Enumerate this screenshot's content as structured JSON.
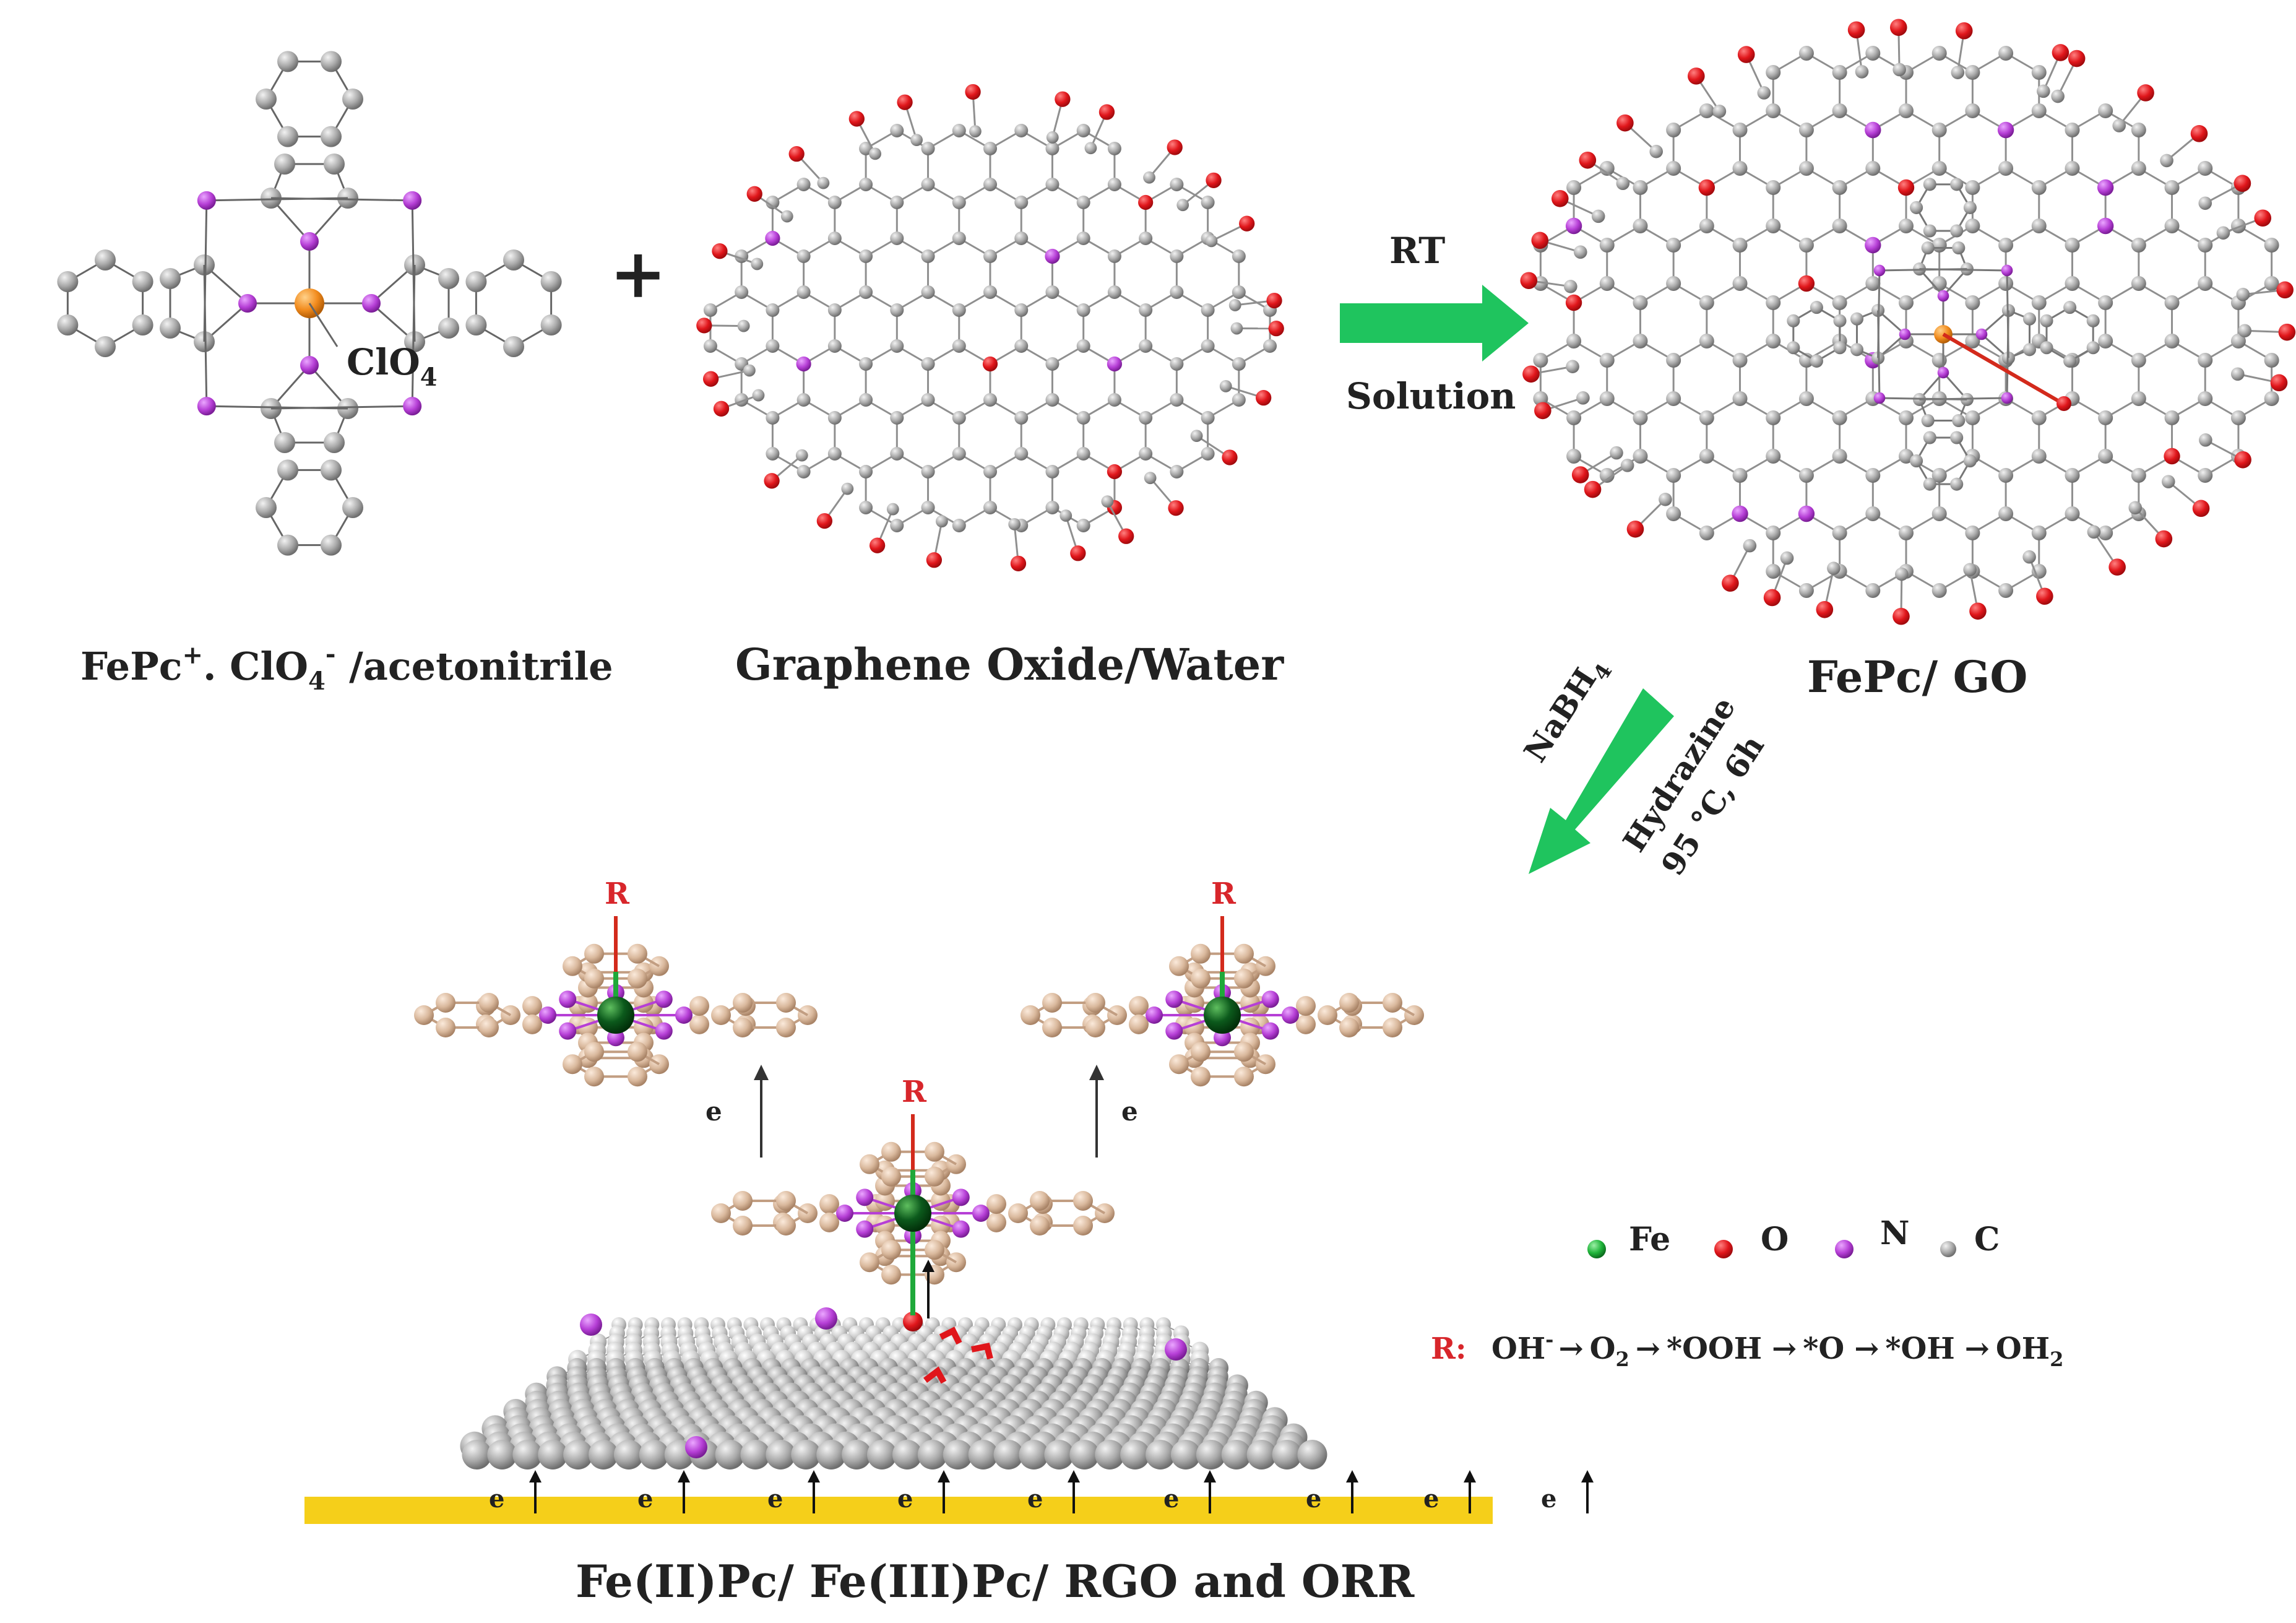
{
  "colors": {
    "carbon": "#9a9a9a",
    "carbon_light": "#c8c8c8",
    "oxygen": "#e0161b",
    "nitrogen": "#b63fd6",
    "iron_center": "#f28c1e",
    "iron_green": "#0c5a1c",
    "pc_carbon": "#d9b89c",
    "arrow_green": "#1fc45e",
    "electrode": "#f5cf1a",
    "r_label": "#d8262b",
    "bond_green": "#1fa93a",
    "bond_red": "#d32a1c"
  },
  "labels": {
    "fepc_prefix": "FePc",
    "fepc_plus": "+",
    "fepc_mid": ". ClO",
    "fepc_sub4": "4",
    "fepc_minus": "-",
    "fepc_suffix": " /acetonitrile",
    "clo4_main": "ClO",
    "clo4_sub": "4",
    "plus_sign": "+",
    "go_label": "Graphene Oxide/Water",
    "fepc_go_label": "FePc/ GO",
    "final_label": "Fe(II)Pc/ Fe(III)Pc/ RGO and ORR"
  },
  "reaction1": {
    "above": "RT",
    "below": "Solution"
  },
  "reaction2": {
    "reagent1_main": "NaBH",
    "reagent1_sub": "4",
    "reagent2": "Hydrazine",
    "condition": "95 °C, 6h"
  },
  "complexes": {
    "axial_label": "R",
    "electron": "e"
  },
  "legend": {
    "items": [
      {
        "symbol": "Fe",
        "color": "#1fb43a"
      },
      {
        "symbol": "O",
        "color": "#e0161b"
      },
      {
        "symbol": "N",
        "color": "#c23ed9"
      },
      {
        "symbol": "C",
        "color": "#8c8c8c"
      }
    ]
  },
  "equation": {
    "r_label": "R:",
    "s1": "OH",
    "s1_sup": "-",
    "s2": "O",
    "s2_sub": "2",
    "s3": "*OOH",
    "s4": "*O",
    "s5": "*OH",
    "s6": "OH",
    "s6_sub": "2",
    "arrow": "→"
  },
  "electrode": {
    "electron": "e"
  }
}
